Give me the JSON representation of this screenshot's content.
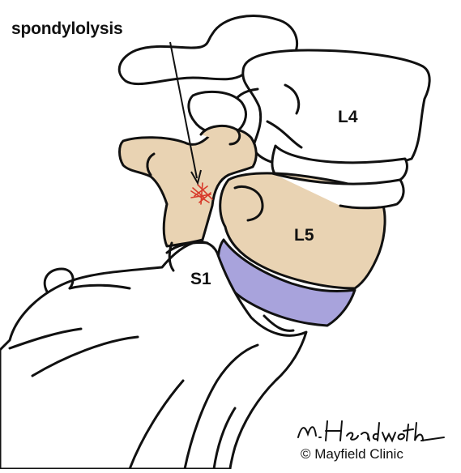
{
  "labels": {
    "spondylolysis": "spondylolysis",
    "l4": "L4",
    "l5": "L5",
    "s1": "S1"
  },
  "credit": {
    "signature": "M. Headworth",
    "copyright": "© Mayfield Clinic"
  },
  "colors": {
    "outline": "#111111",
    "bone_white": "#ffffff",
    "l5_tan": "#e9d3b3",
    "disc_lavender": "#a8a3dc",
    "fracture_red": "#d83a2a"
  }
}
